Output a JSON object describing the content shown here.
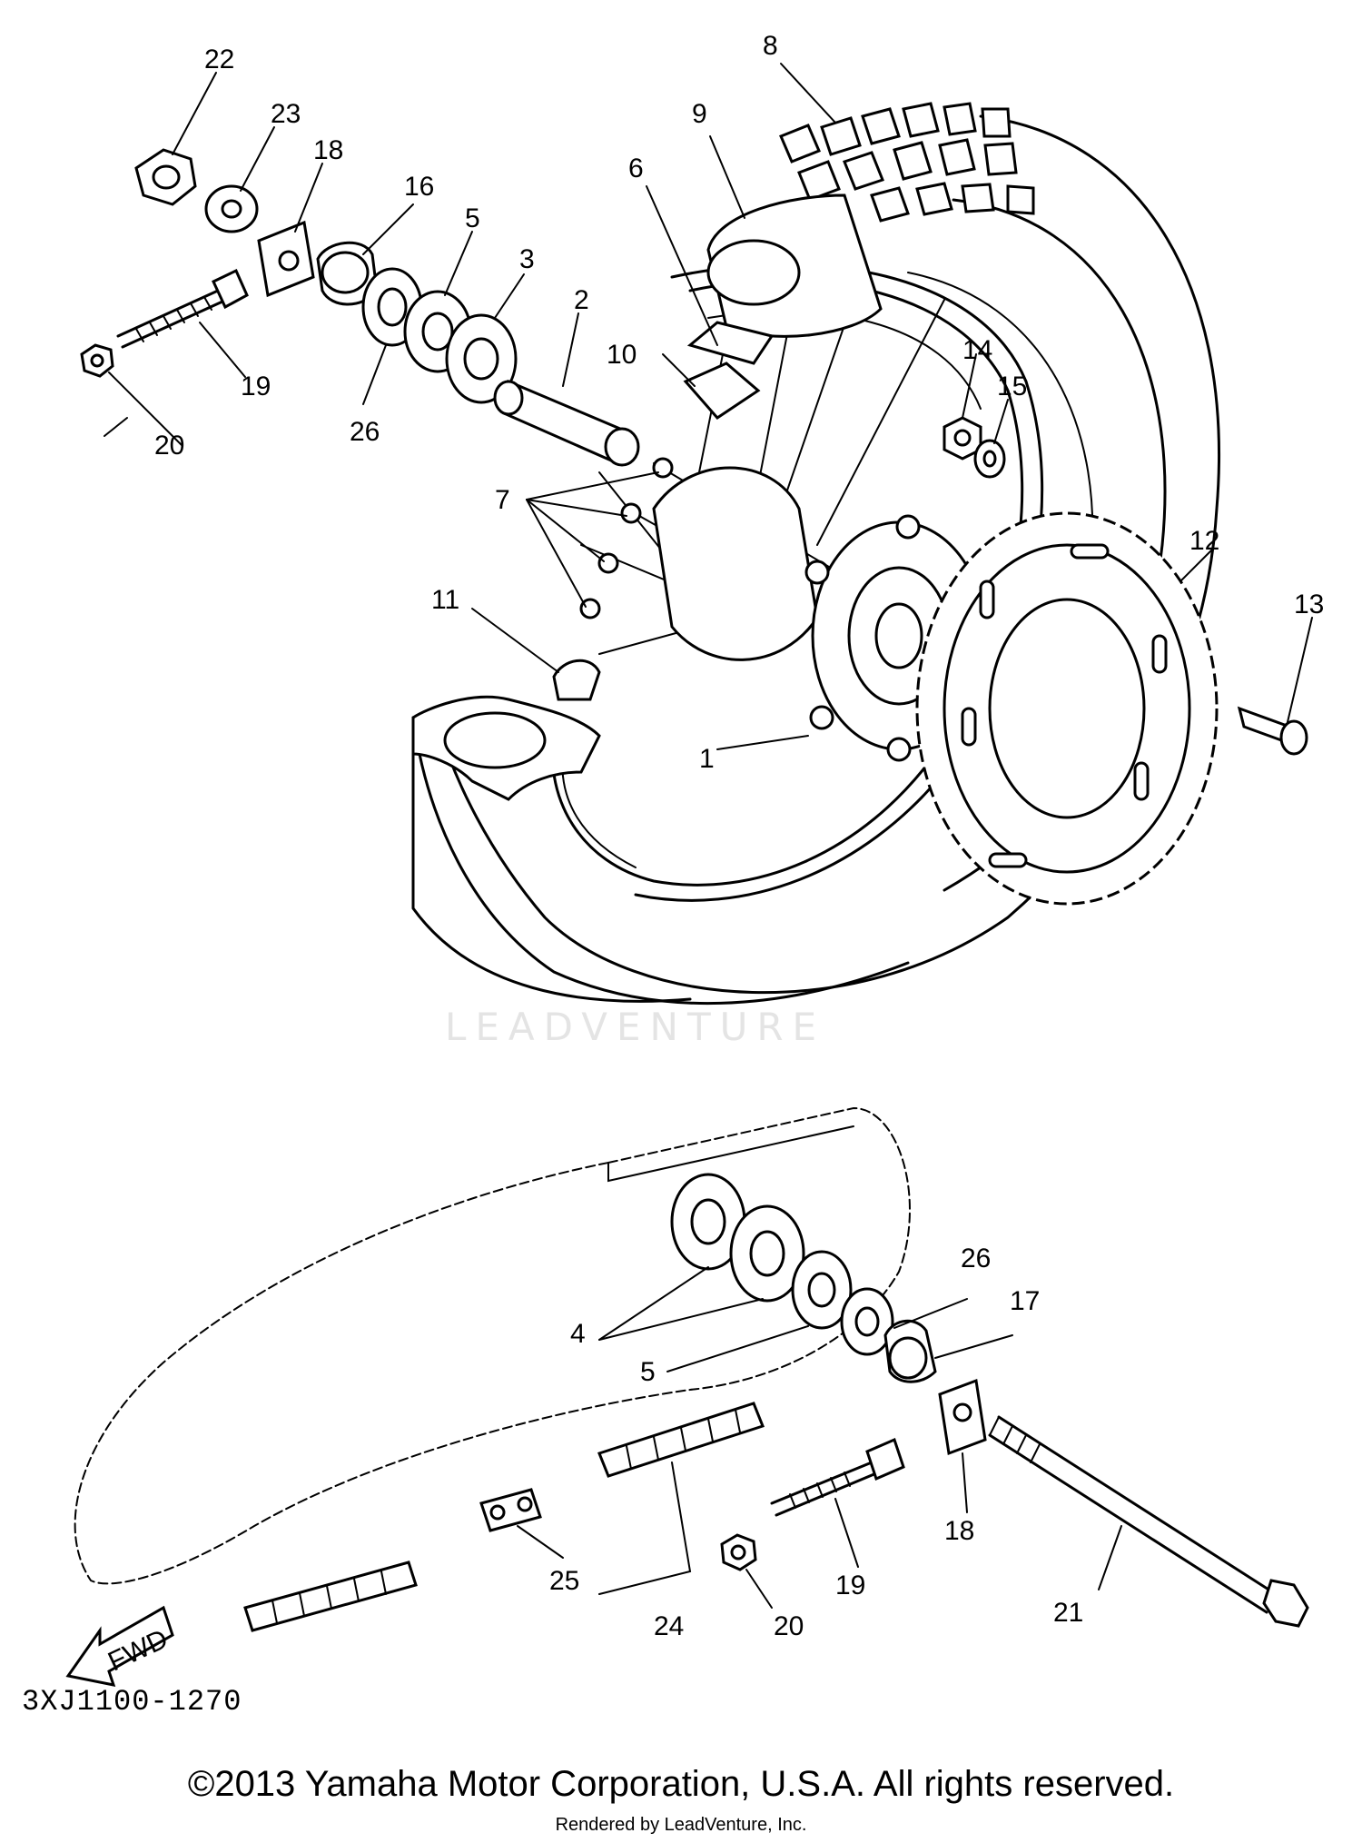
{
  "watermark": "LEADVENTURE",
  "direction_arrow": "FWD",
  "diagram_code": "3XJ1100-1270",
  "copyright": "©2013 Yamaha Motor Corporation, U.S.A. All rights reserved.",
  "rendered_by": "Rendered by LeadVenture, Inc.",
  "callouts": {
    "c1": "1",
    "c2": "2",
    "c3": "3",
    "c4": "4",
    "c5a": "5",
    "c5b": "5",
    "c6": "6",
    "c7": "7",
    "c8": "8",
    "c9": "9",
    "c10": "10",
    "c11": "11",
    "c12": "12",
    "c13": "13",
    "c14": "14",
    "c15": "15",
    "c16": "16",
    "c17": "17",
    "c18a": "18",
    "c18b": "18",
    "c19a": "19",
    "c19b": "19",
    "c20a": "20",
    "c20b": "20",
    "c21": "21",
    "c22": "22",
    "c23": "23",
    "c24": "24",
    "c25": "25",
    "c26a": "26",
    "c26b": "26"
  }
}
